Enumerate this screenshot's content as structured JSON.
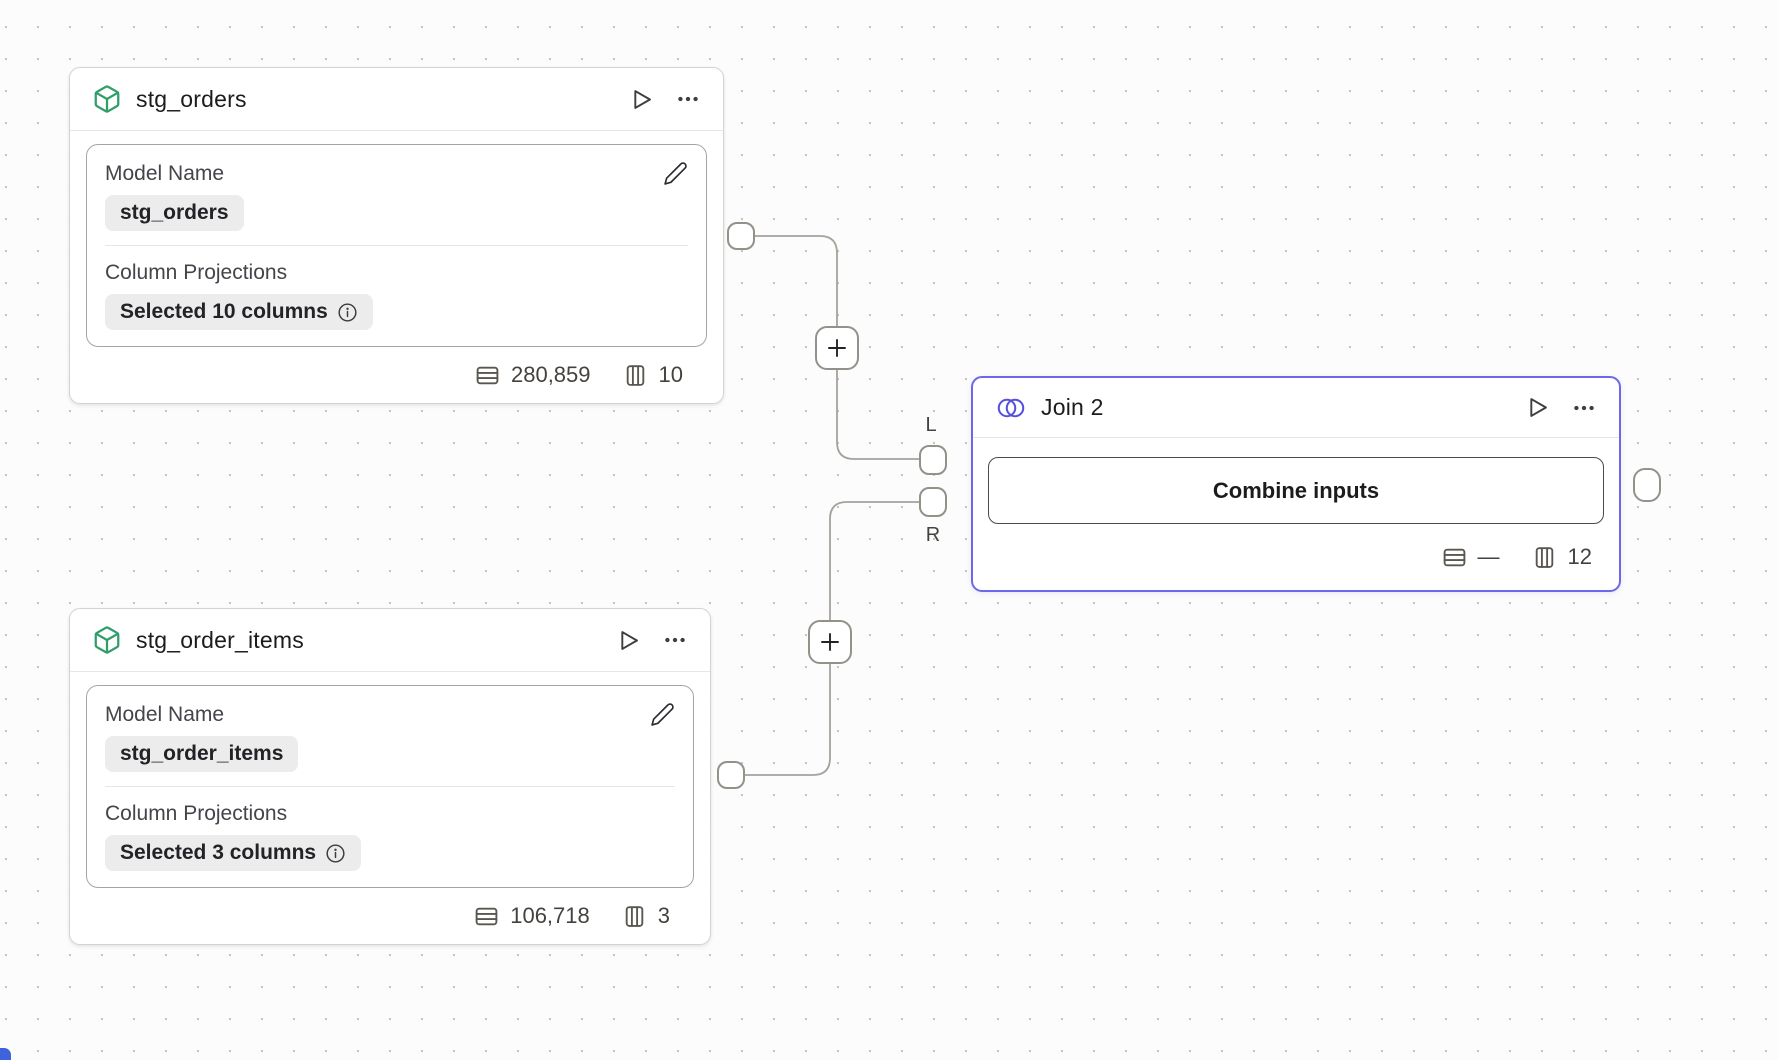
{
  "canvas": {
    "background": "#fcfcfc",
    "dot_color": "#c4c4c4"
  },
  "colors": {
    "model_icon_green": "#2f9e68",
    "join_accent_indigo": "#6d68ea",
    "edge_gray": "#a5a19b"
  },
  "nodes": {
    "stg_orders": {
      "title": "stg_orders",
      "model_name_label": "Model Name",
      "model_name_value": "stg_orders",
      "projections_label": "Column Projections",
      "projections_value": "Selected 10 columns",
      "row_count": "280,859",
      "column_count": "10"
    },
    "stg_order_items": {
      "title": "stg_order_items",
      "model_name_label": "Model Name",
      "model_name_value": "stg_order_items",
      "projections_label": "Column Projections",
      "projections_value": "Selected 3 columns",
      "row_count": "106,718",
      "column_count": "3"
    },
    "join": {
      "title": "Join 2",
      "combine_button_label": "Combine inputs",
      "row_count": "—",
      "column_count": "12",
      "left_port_label": "L",
      "right_port_label": "R"
    }
  },
  "edge_buttons": {
    "add_label": "+"
  }
}
